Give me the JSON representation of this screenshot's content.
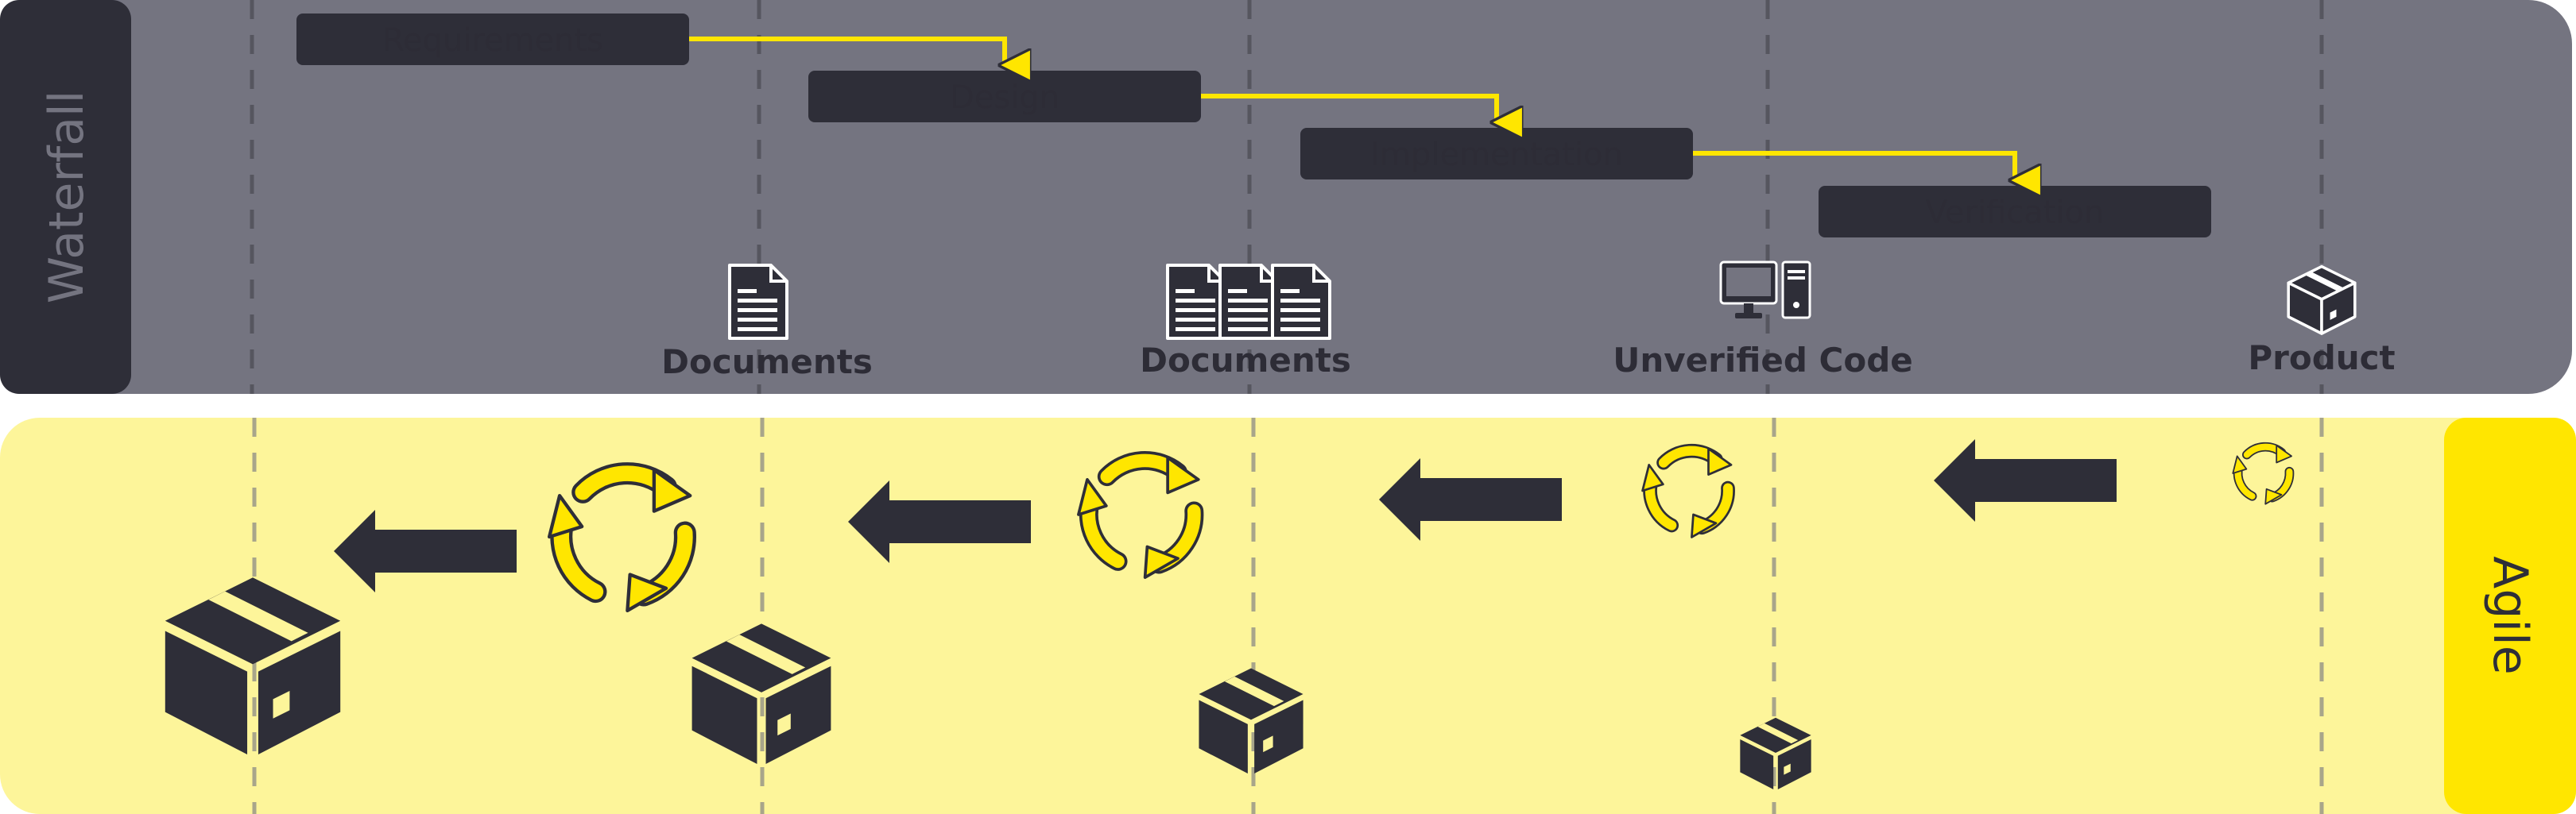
{
  "colors": {
    "waterfall_band": "#747480",
    "waterfall_tab": "#2e2e38",
    "agile_band": "#fdf59a",
    "agile_tab": "#ffe600",
    "accent_yellow": "#ffe600",
    "dark": "#2e2e38"
  },
  "waterfall": {
    "label": "Waterfall",
    "stages": [
      "Requirements",
      "Design",
      "Implementation",
      "Verification"
    ],
    "outputs": [
      {
        "label": "Documents",
        "icon": "document-icon"
      },
      {
        "label": "Documents",
        "icon": "documents-stack-icon"
      },
      {
        "label": "Unverified Code",
        "icon": "computer-icon"
      },
      {
        "label": "Product",
        "icon": "box-icon"
      }
    ]
  },
  "agile": {
    "label": "Agile",
    "iterations": [
      {
        "cycle_icon": "cycle-icon",
        "arrow_icon": "left-arrow-icon",
        "product_icon": "box-icon"
      },
      {
        "cycle_icon": "cycle-icon",
        "arrow_icon": "left-arrow-icon",
        "product_icon": "box-icon"
      },
      {
        "cycle_icon": "cycle-icon",
        "arrow_icon": "left-arrow-icon",
        "product_icon": "box-icon"
      },
      {
        "cycle_icon": "cycle-icon",
        "arrow_icon": "left-arrow-icon",
        "product_icon": "box-icon"
      },
      {
        "cycle_icon": "cycle-icon"
      }
    ]
  }
}
